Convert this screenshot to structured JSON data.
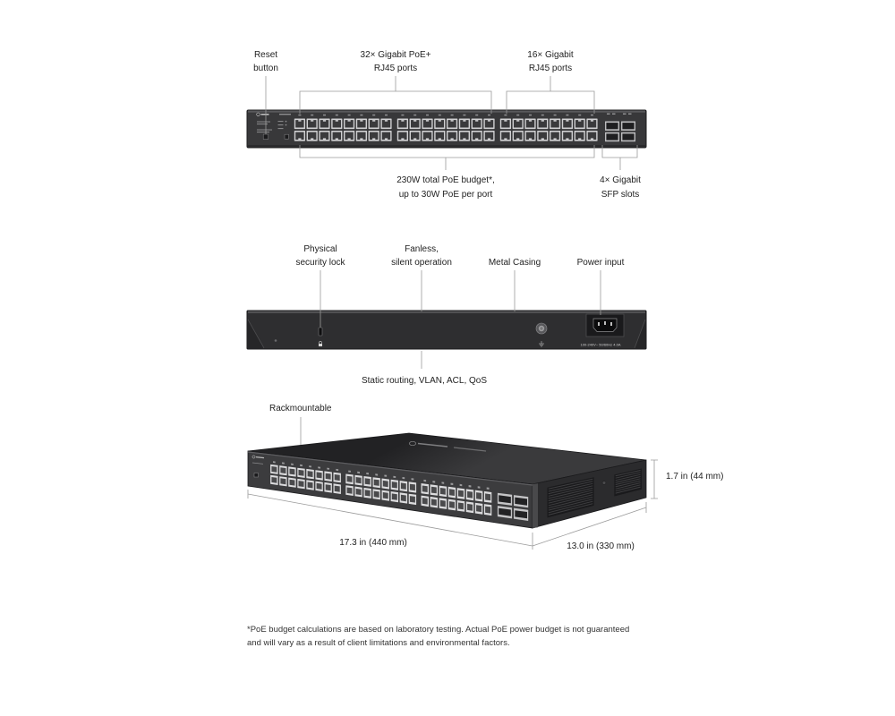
{
  "front_view": {
    "callouts": {
      "reset_button": [
        "Reset",
        "button"
      ],
      "poe_ports": [
        "32× Gigabit PoE+",
        "RJ45 ports"
      ],
      "gigabit_ports": [
        "16× Gigabit",
        "RJ45 ports"
      ],
      "poe_budget": [
        "230W total PoE budget*,",
        "up to 30W PoE per port"
      ],
      "sfp_slots": [
        "4× Gigabit",
        "SFP slots"
      ]
    }
  },
  "rear_view": {
    "callouts": {
      "security_lock": [
        "Physical",
        "security lock"
      ],
      "fanless": [
        "Fanless,",
        "silent operation"
      ],
      "metal_casing": "Metal Casing",
      "power_input": "Power input",
      "software_features": "Static routing, VLAN, ACL, QoS"
    },
    "power_rating": "100-240V~ 50/60Hz 4.0A"
  },
  "perspective_view": {
    "rackmountable": "Rackmountable",
    "dimensions": {
      "width": "17.3 in (440 mm)",
      "depth": "13.0 in (330 mm)",
      "height": "1.7 in (44 mm)"
    }
  },
  "footnote": [
    "*PoE budget calculations are based on laboratory testing. Actual PoE power budget is not guaranteed",
    "and will vary as a result of client limitations and environmental factors."
  ],
  "colors": {
    "chassis": "#38383a",
    "chassis_rear": "#2e2e30",
    "port": "#d0d0d2",
    "label_text": "#222222",
    "leader_line": "#9b9b9b"
  },
  "icons": {
    "security_lock": "lock-icon",
    "ground": "ground-icon",
    "power": "power-inlet-icon"
  }
}
